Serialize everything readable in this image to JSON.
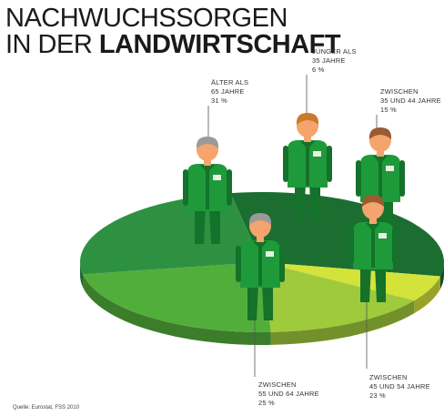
{
  "header": {
    "title_line1": "NACHWUCHSSORGEN",
    "title_line2_plain": "IN DER ",
    "title_line2_bold": "LANDWIRTSCHAFT"
  },
  "source": "Quelle: Eurostat, FSS 2010",
  "chart_data": {
    "type": "pie",
    "title": "NACHWUCHSSORGEN IN DER LANDWIRTSCHAFT",
    "unit": "%",
    "legend": "none",
    "slices": [
      {
        "lines": [
          "ÄLTER ALS",
          "65 JAHRE",
          "31 %"
        ],
        "value": 31,
        "color": "#1b6e2f"
      },
      {
        "lines": [
          "JÜNGER ALS",
          "35 JAHRE",
          "6 %"
        ],
        "value": 6,
        "color": "#d4e33a"
      },
      {
        "lines": [
          "ZWISCHEN",
          "35 UND 44 JAHRE",
          "15 %"
        ],
        "value": 15,
        "color": "#9fca3c"
      },
      {
        "lines": [
          "ZWISCHEN",
          "45 UND 54 JAHRE",
          "23 %"
        ],
        "value": 23,
        "color": "#52ae3b"
      },
      {
        "lines": [
          "ZWISCHEN",
          "55 UND 64 JAHRE",
          "25 %"
        ],
        "value": 25,
        "color": "#2e9142"
      }
    ],
    "figure_colors": {
      "shirt": "#1e9a3a",
      "shirt_dark": "#14722a",
      "skin": "#f4a46c",
      "hair_grey": "#9a9a9a",
      "hair_brown": "#c97a2a",
      "hair_dark_brown": "#9a5a32"
    }
  }
}
